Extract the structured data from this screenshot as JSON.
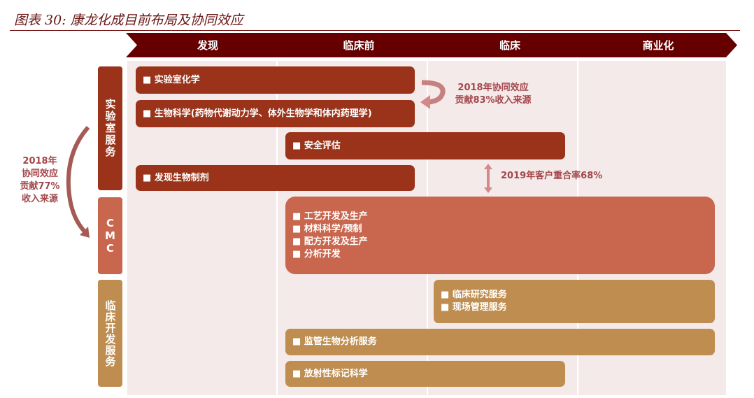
{
  "title": "图表 30: 康龙化成目前布局及协同效应",
  "stages": [
    "发现",
    "临床前",
    "临床",
    "商业化"
  ],
  "categories": [
    "实验室服务",
    "CMC",
    "临床开发服务"
  ],
  "boxes": {
    "lab_chem": "■ 实验室化学",
    "bio": "■ 生物科学(药物代谢动力学、体外生物学和体内药理学)",
    "safety": "■   安全评估",
    "biologics": "■   发现生物制剂",
    "cmc": [
      "■ 工艺开发及生产",
      "■ 材料科学/预制",
      "■ 配方开发及生产",
      "■ 分析开发"
    ],
    "clinical": [
      "■   临床研究服务",
      "■   现场管理服务"
    ],
    "regulatory": "■   监管生物分析服务",
    "radio": "■   放射性标记科学"
  },
  "notes": {
    "synergy_83": [
      "2018年协同效应",
      "贡献83%收入来源"
    ],
    "overlap": "2019年客户重合率68%",
    "synergy_77": [
      "2018年",
      "协同效应",
      "贡献77%",
      "收入来源"
    ]
  },
  "colors": {
    "header": "#660000",
    "dark": "#9a3319",
    "cmc": "#c8664e",
    "clinical": "#be8d4f"
  }
}
